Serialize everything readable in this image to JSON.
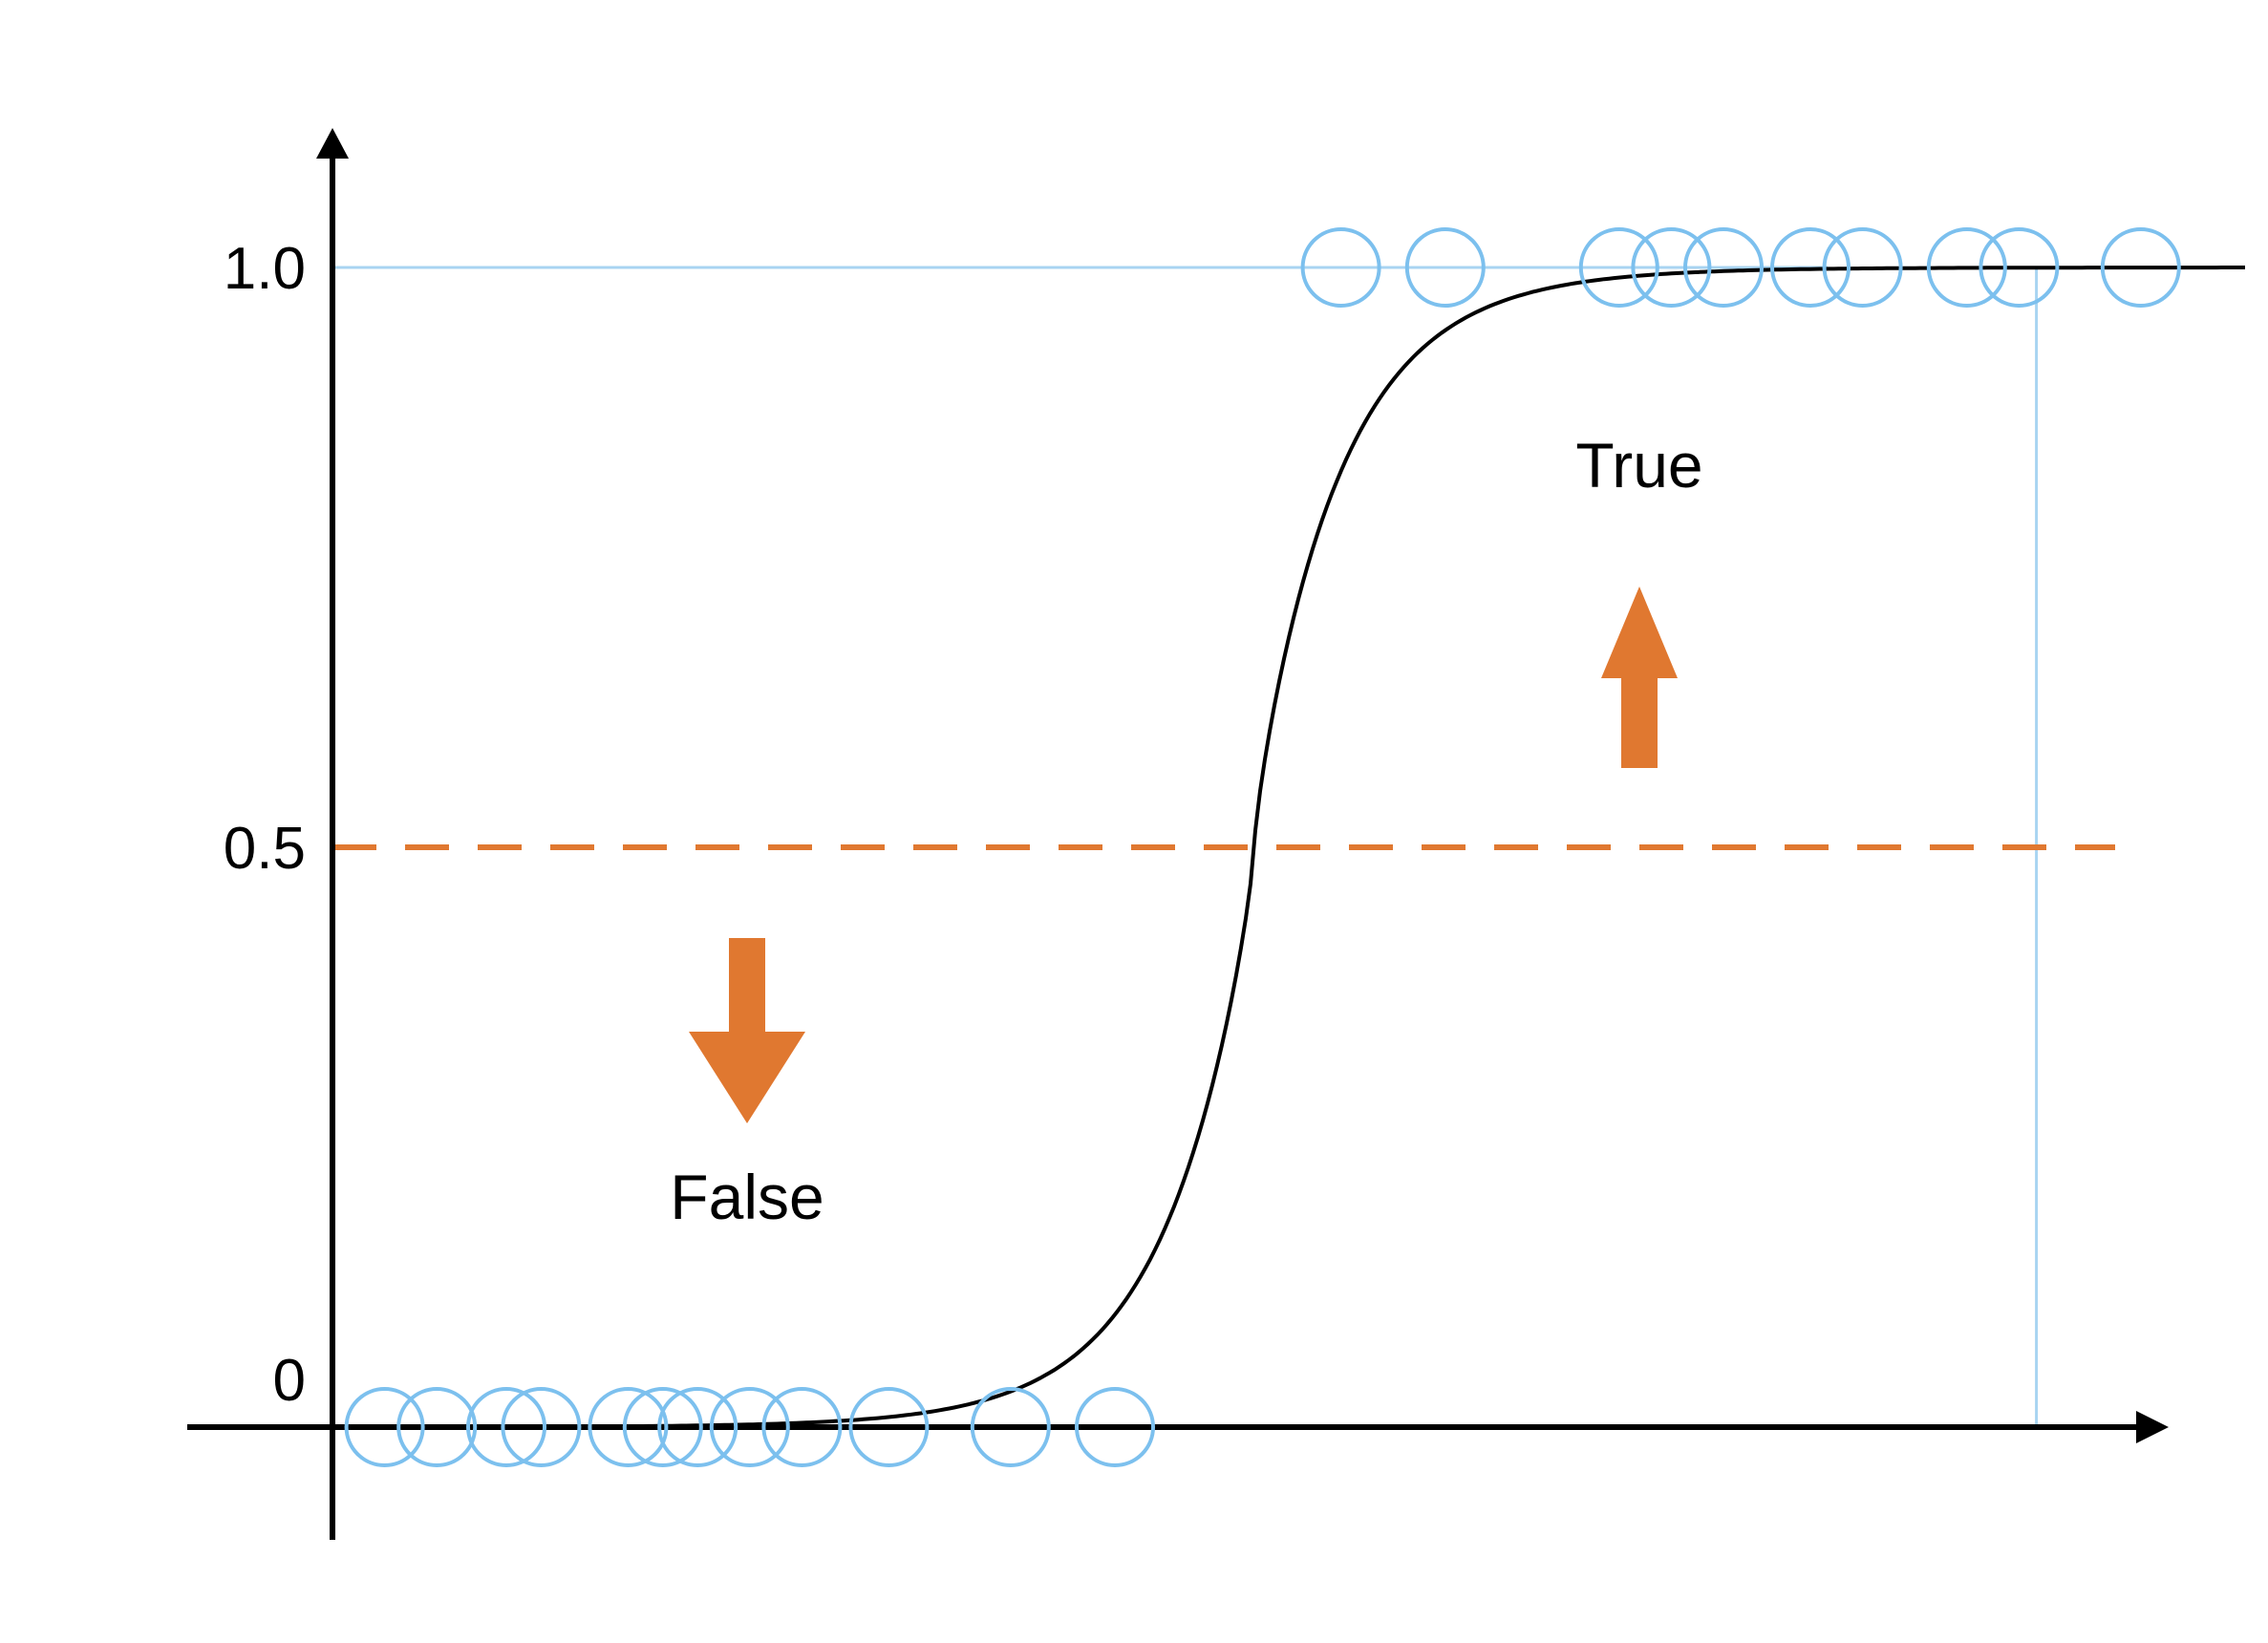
{
  "y_ticks": [
    {
      "label": "1.0",
      "value": 1.0
    },
    {
      "label": "0.5",
      "value": 0.5
    },
    {
      "label": "0",
      "value": 0
    }
  ],
  "threshold": 0.5,
  "regions": {
    "true_label": "True",
    "false_label": "False"
  },
  "samples": {
    "class_0_x": [
      0.03,
      0.06,
      0.1,
      0.12,
      0.17,
      0.19,
      0.21,
      0.24,
      0.27,
      0.32,
      0.39,
      0.45
    ],
    "class_1_x": [
      0.58,
      0.64,
      0.74,
      0.77,
      0.8,
      0.85,
      0.88,
      0.94,
      0.97,
      1.04
    ]
  },
  "curve": {
    "center_x": 0.53,
    "plateau_x": 0.86
  },
  "marker_x": 0.98,
  "colors": {
    "axis": "#000000",
    "curve": "#000000",
    "points": "#7cc0ee",
    "guide": "#a8d4f2",
    "threshold": "#e07830",
    "arrow": "#e07830"
  }
}
